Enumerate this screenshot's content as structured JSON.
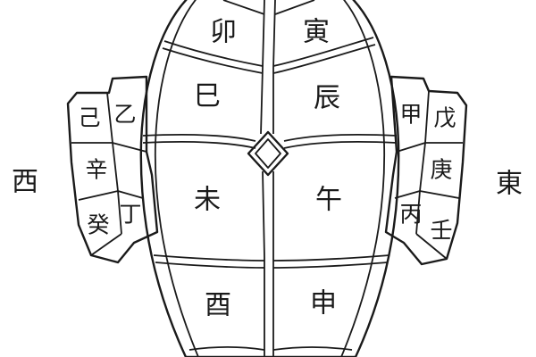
{
  "shell": {
    "upper_left": "卯",
    "upper_right": "寅",
    "second_left": "巳",
    "second_right": "辰",
    "middle_left": "未",
    "middle_right": "午",
    "lower_left": "酉",
    "lower_right": "申"
  },
  "west_side": {
    "direction": "西",
    "outer_top": "己",
    "inner_top": "乙",
    "outer_middle": "辛",
    "inner_bottom": "丁",
    "outer_bottom": "癸"
  },
  "east_side": {
    "direction": "東",
    "inner_top": "甲",
    "outer_top": "戊",
    "outer_middle": "庚",
    "inner_bottom": "丙",
    "outer_bottom": "壬"
  }
}
